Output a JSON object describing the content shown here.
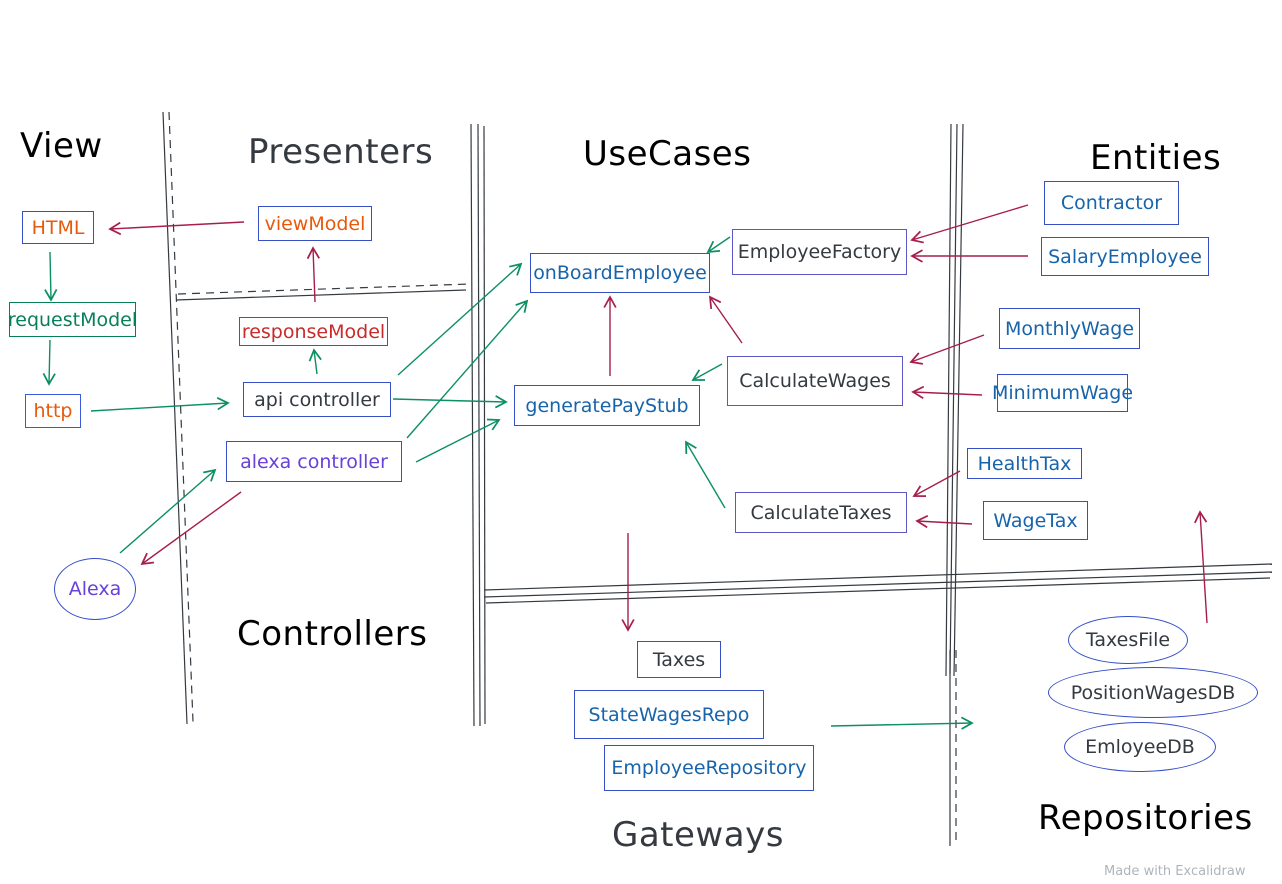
{
  "sections": {
    "view": "View",
    "presenters": "Presenters",
    "usecases": "UseCases",
    "entities": "Entities",
    "controllers": "Controllers",
    "gateways": "Gateways",
    "repositories": "Repositories"
  },
  "nodes": {
    "html": "HTML",
    "request_model": "requestModel",
    "http": "http",
    "alexa": "Alexa",
    "view_model": "viewModel",
    "response_model": "responseModel",
    "api_controller": "api controller",
    "alexa_controller": "alexa controller",
    "onboard_employee": "onBoardEmployee",
    "generate_pay_stub": "generatePayStub",
    "employee_factory": "EmployeeFactory",
    "calculate_wages": "CalculateWages",
    "calculate_taxes": "CalculateTaxes",
    "contractor": "Contractor",
    "salary_employee": "SalaryEmployee",
    "monthly_wage": "MonthlyWage",
    "minimum_wage": "MinimumWage",
    "health_tax": "HealthTax",
    "wage_tax": "WageTax",
    "taxes": "Taxes",
    "state_wages_repo": "StateWagesRepo",
    "employee_repository": "EmployeeRepository",
    "taxes_file": "TaxesFile",
    "position_wages_db": "PositionWagesDB",
    "employee_db": "EmloyeeDB"
  },
  "watermark": "Made with Excalidraw",
  "colors": {
    "green_arrow": "#0c8f63",
    "red_arrow": "#a61e4d",
    "divider": "#343a40"
  }
}
